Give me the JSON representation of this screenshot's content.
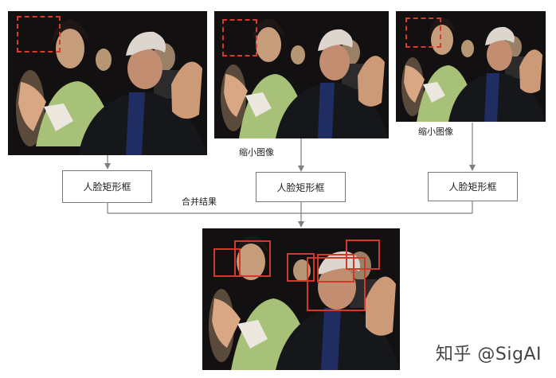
{
  "diagram": {
    "boxes": {
      "left": "人脸矩形框",
      "center": "人脸矩形框",
      "right": "人脸矩形框"
    },
    "labels": {
      "resize_center": "缩小图像",
      "resize_right": "缩小图像",
      "merge": "合并结果"
    },
    "watermark": "知乎 @SigAI",
    "colors": {
      "detection_box": "#d13a2b",
      "connector": "#7f7f7f"
    }
  }
}
